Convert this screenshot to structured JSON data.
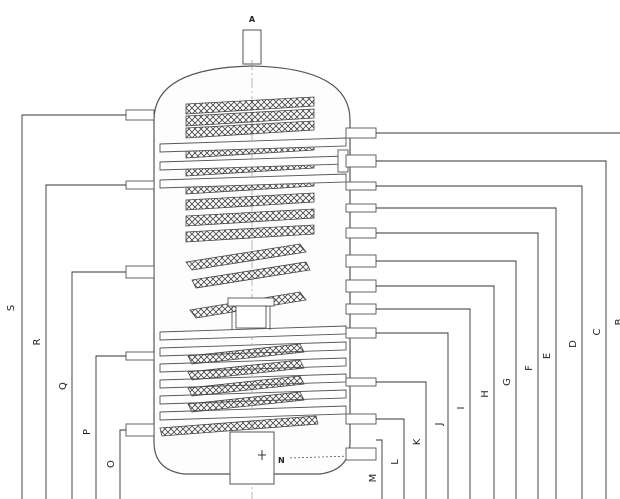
{
  "diagram": {
    "top_port_label": "A",
    "sensor_label": "N",
    "left_connections": [
      {
        "label": "S"
      },
      {
        "label": "R"
      },
      {
        "label": "Q"
      },
      {
        "label": "P"
      },
      {
        "label": "O"
      }
    ],
    "right_connections": [
      {
        "label": "B"
      },
      {
        "label": "C"
      },
      {
        "label": "D"
      },
      {
        "label": "E"
      },
      {
        "label": "F"
      },
      {
        "label": "G"
      },
      {
        "label": "H"
      },
      {
        "label": "I"
      },
      {
        "label": "J"
      },
      {
        "label": "K"
      },
      {
        "label": "L"
      },
      {
        "label": "M"
      }
    ]
  }
}
